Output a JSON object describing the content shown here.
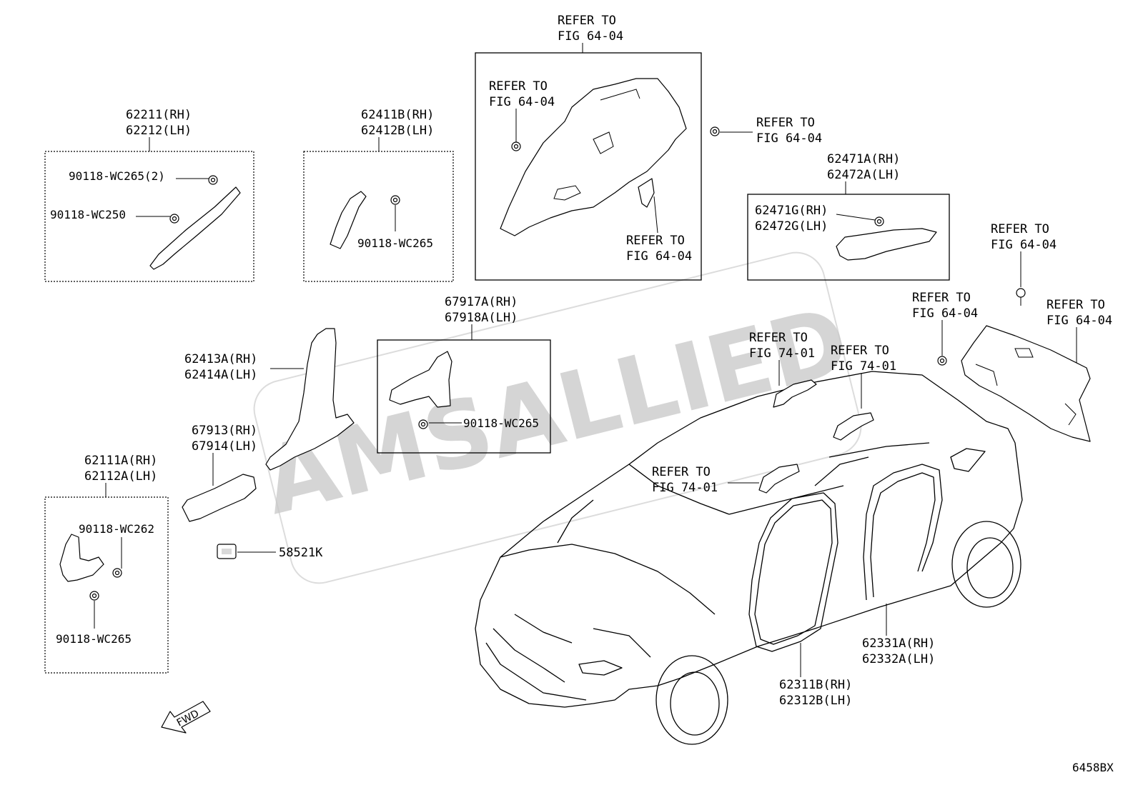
{
  "watermark": "AMSALLIED",
  "figure_code": "6458BX",
  "fwd_label": "FWD",
  "callouts": {
    "refer_top_a": "REFER TO",
    "refer_top_b": "FIG 64-04",
    "refer_inner_a": "REFER TO",
    "refer_inner_b": "FIG 64-04",
    "refer_inner2_a": "REFER TO",
    "refer_inner2_b": "FIG 64-04",
    "refer_clip_a": "REFER TO",
    "refer_clip_b": "FIG 64-04",
    "refer_rt1_a": "REFER TO",
    "refer_rt1_b": "FIG 64-04",
    "refer_rt2_a": "REFER TO",
    "refer_rt2_b": "FIG 64-04",
    "refer_rt3_a": "REFER TO",
    "refer_rt3_b": "FIG 64-04",
    "refer_grip1_a": "REFER TO",
    "refer_grip1_b": "FIG 74-01",
    "refer_grip2_a": "REFER TO",
    "refer_grip2_b": "FIG 74-01",
    "refer_grip3_a": "REFER TO",
    "refer_grip3_b": "FIG 74-01"
  },
  "parts": {
    "p62211": "62211(RH)",
    "p62212": "62212(LH)",
    "p62211_clip1": "90118-WC265(2)",
    "p62211_clip2": "90118-WC250",
    "p62411": "62411B(RH)",
    "p62412": "62412B(LH)",
    "p62411_clip": "90118-WC265",
    "p62471a": "62471A(RH)",
    "p62472a": "62472A(LH)",
    "p62471g": "62471G(RH)",
    "p62472g": "62472G(LH)",
    "p67917": "67917A(RH)",
    "p67918": "67918A(LH)",
    "p67917_clip": "90118-WC265",
    "p62413": "62413A(RH)",
    "p62414": "62414A(LH)",
    "p67913": "67913(RH)",
    "p67914": "67914(LH)",
    "p62111": "62111A(RH)",
    "p62112": "62112A(LH)",
    "p62111_clip1": "90118-WC262",
    "p62111_clip2": "90118-WC265",
    "p58521": "58521K",
    "p62331": "62331A(RH)",
    "p62332": "62332A(LH)",
    "p62311": "62311B(RH)",
    "p62312": "62312B(LH)"
  }
}
